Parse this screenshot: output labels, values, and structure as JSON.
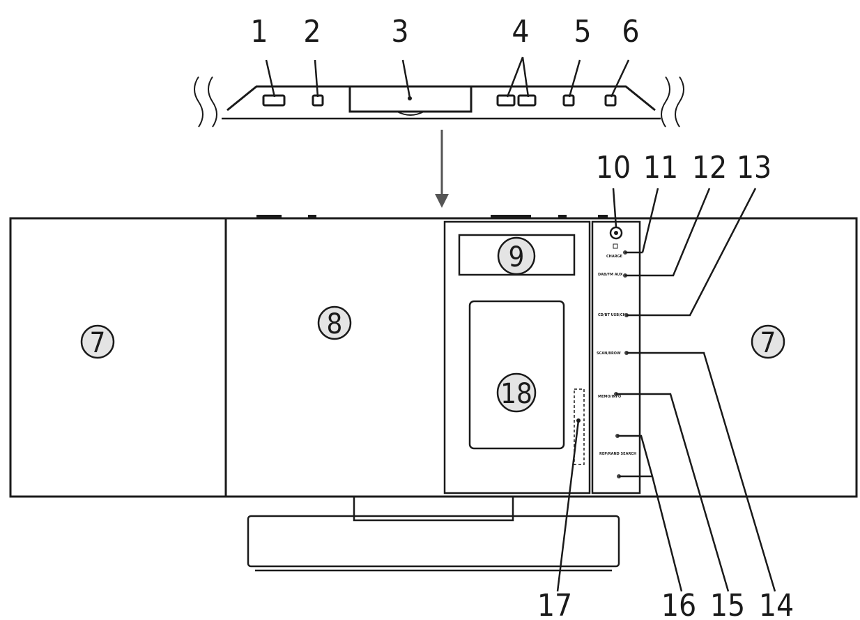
{
  "callouts": {
    "c1": "1",
    "c2": "2",
    "c3": "3",
    "c4": "4",
    "c5": "5",
    "c6": "6",
    "c7": "7",
    "c8": "8",
    "c9": "9",
    "c10": "10",
    "c11": "11",
    "c12": "12",
    "c13": "13",
    "c14": "14",
    "c15": "15",
    "c16": "16",
    "c17": "17",
    "c18": "18"
  },
  "panel_labels": {
    "l11": "CHARGE",
    "l12": "DAB/FM AUX",
    "l13": "CD/BT USB/CH",
    "l14": "SCAN/BROW",
    "l15": "MEMO/INFO",
    "l16": "REP/RAND SEARCH"
  },
  "colors": {
    "line": "#1a1a1a",
    "bubble": "#e4e4e4",
    "arrow": "#555555"
  }
}
